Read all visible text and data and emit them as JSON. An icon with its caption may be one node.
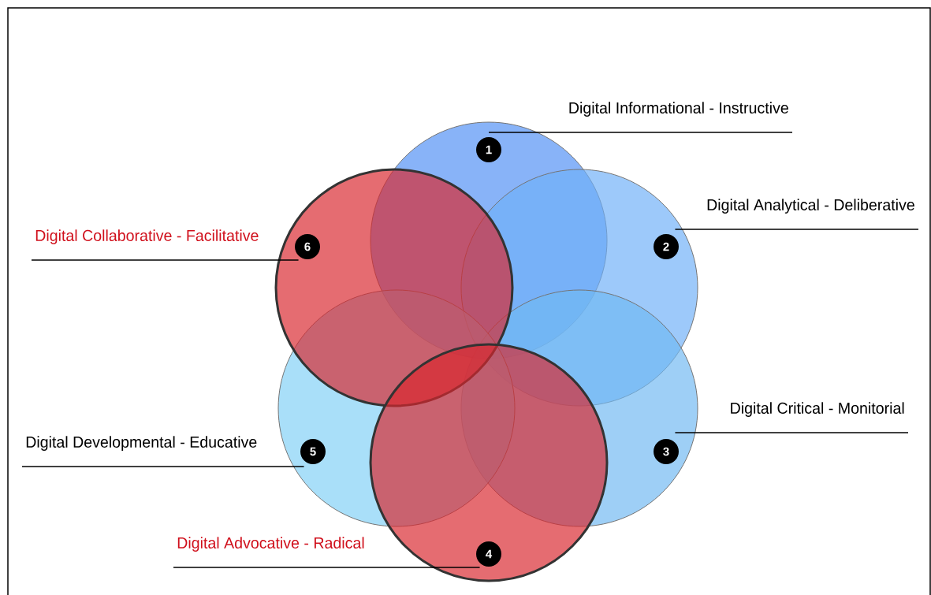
{
  "diagram": {
    "nodes": [
      {
        "text": [],
        "shape": "circle"
      },
      {
        "text": [],
        "shape": "circle"
      },
      {
        "text": [],
        "shape": "circle"
      },
      {
        "text": [],
        "shape": "circle"
      },
      {
        "text": [],
        "shape": "circle"
      },
      {
        "text": [],
        "shape": "circle"
      },
      {
        "text": [
          "1"
        ],
        "in": 0
      },
      {
        "text": [
          "2"
        ],
        "in": 1
      },
      {
        "text": [
          "3"
        ],
        "in": 2
      },
      {
        "text": [
          "4"
        ],
        "in": 3
      },
      {
        "text": [
          "5"
        ],
        "in": 4
      },
      {
        "text": [
          "6"
        ],
        "in": 5
      },
      {
        "text": [
          "Digital Informational - Instructive"
        ]
      },
      {
        "text": [
          "Digital Analytical - Deliberative"
        ]
      },
      {
        "text": [
          "Digital Critical - Monitorial"
        ]
      },
      {
        "text": [
          "Digital Advocative - Radical"
        ]
      },
      {
        "text": [
          "Digital Developmental - Educative"
        ]
      },
      {
        "text": [
          "Digital Collaborative - Facilitative"
        ]
      }
    ],
    "edges": [
      {
        "from": 12,
        "to": 6,
        "arrow": "none"
      },
      {
        "from": 13,
        "to": 7,
        "arrow": "none"
      },
      {
        "from": 14,
        "to": 8,
        "arrow": "none"
      },
      {
        "from": 15,
        "to": 9,
        "arrow": "none"
      },
      {
        "from": 16,
        "to": 10,
        "arrow": "none"
      },
      {
        "from": 17,
        "to": 11,
        "arrow": "none"
      }
    ]
  }
}
